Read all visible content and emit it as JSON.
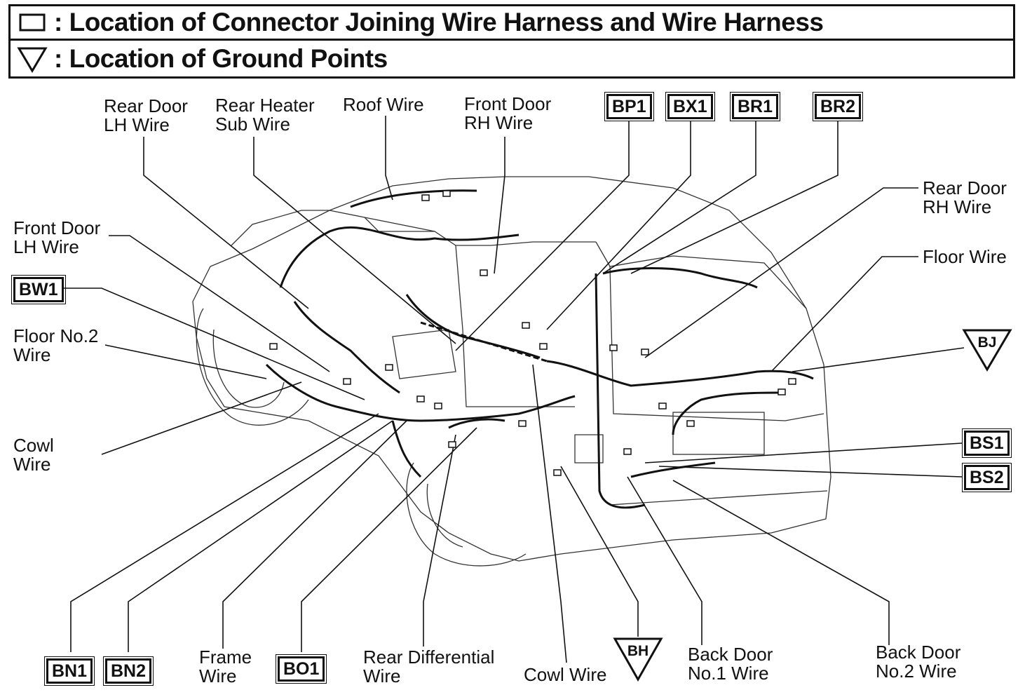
{
  "legend": {
    "connector": ": Location of Connector Joining Wire Harness and Wire Harness",
    "ground": ": Location of Ground Points"
  },
  "labels": {
    "rear_door_lh": [
      "Rear Door",
      "LH Wire"
    ],
    "rear_heater_sub": [
      "Rear Heater",
      "Sub Wire"
    ],
    "roof": "Roof Wire",
    "front_door_rh": [
      "Front Door",
      "RH Wire"
    ],
    "rear_door_rh": [
      "Rear Door",
      "RH Wire"
    ],
    "front_door_lh": [
      "Front Door",
      "LH Wire"
    ],
    "floor": "Floor Wire",
    "floor_no2": [
      "Floor No.2",
      "Wire"
    ],
    "cowl_left": [
      "Cowl",
      "Wire"
    ],
    "frame": [
      "Frame",
      "Wire"
    ],
    "rear_differential": [
      "Rear Differential",
      "Wire"
    ],
    "cowl_bottom": "Cowl Wire",
    "back_door_no1": [
      "Back Door",
      "No.1 Wire"
    ],
    "back_door_no2": [
      "Back Door",
      "No.2 Wire"
    ]
  },
  "connectors": {
    "bp1": "BP1",
    "bx1": "BX1",
    "br1": "BR1",
    "br2": "BR2",
    "bw1": "BW1",
    "bs1": "BS1",
    "bs2": "BS2",
    "bn1": "BN1",
    "bn2": "BN2",
    "bo1": "BO1"
  },
  "grounds": {
    "bj": "BJ",
    "bh": "BH"
  }
}
